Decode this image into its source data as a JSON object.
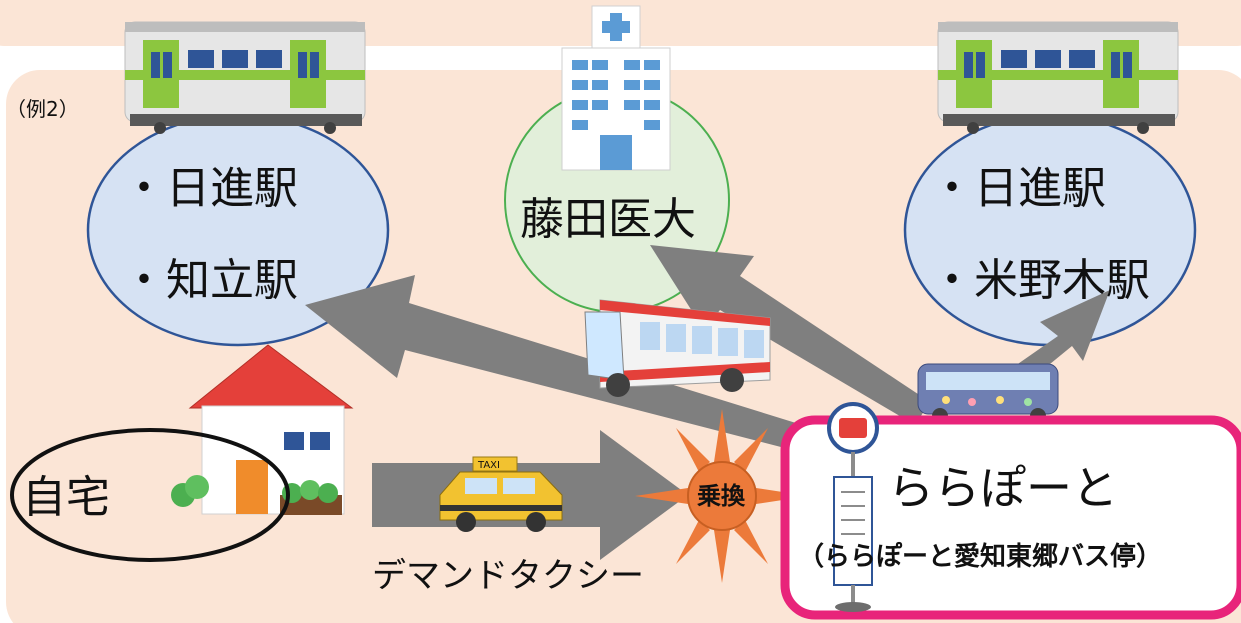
{
  "example_label": "（例2）",
  "destinations": {
    "left_station_1": "・日進駅",
    "left_station_2": "・知立駅",
    "hospital": "藤田医大",
    "right_station_1": "・日進駅",
    "right_station_2": "・米野木駅"
  },
  "origin": {
    "home": "自宅"
  },
  "transfer": {
    "badge": "乗換"
  },
  "route_segment": {
    "label": "デマンドタクシー"
  },
  "bus_stop": {
    "name": "ららぽーと",
    "full_name": "（ららぽーと愛知東郷バス停）"
  },
  "taxi": {
    "sign": "TAXI"
  },
  "colors": {
    "peach_background": "#fbe5d6",
    "bubble_blue": "#d6e2f3",
    "bubble_green": "#e2efda",
    "arrow_gray": "#7f7f7f",
    "highlight_pink": "#e8247a",
    "train_green": "#8cc63f",
    "sun_orange": "#ec7a3a",
    "roof_red": "#e4403a"
  },
  "icons": [
    "train-icon",
    "hospital-icon",
    "house-icon",
    "bus-icon",
    "taxi-icon",
    "bus-stop-sign-icon",
    "sun-icon"
  ]
}
